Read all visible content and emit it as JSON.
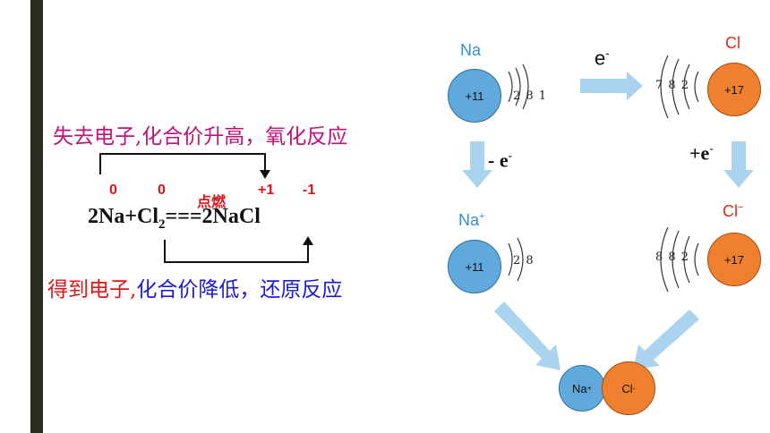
{
  "equation": {
    "loss_label": "失去电子,化合价升高，氧化反应",
    "gain_label_1": "得到电子,",
    "gain_label_2": "化合价降低，还原反应",
    "ox_numbers": [
      "0",
      "0",
      "+1",
      "-1"
    ],
    "condition": "点燃",
    "lhs_1": "2Na+Cl",
    "sub": "2",
    "arrow": "===",
    "rhs": "2NaCl"
  },
  "atoms": {
    "na": {
      "name": "Na",
      "nucleus": "+11",
      "shells": "2 8 1"
    },
    "cl": {
      "name": "Cl",
      "nucleus": "+17",
      "shells": "7 8 2"
    },
    "na_ion": {
      "name": "Na",
      "charge": "+",
      "nucleus": "+11",
      "shells": "2 8"
    },
    "cl_ion": {
      "name": "Cl",
      "charge": "−",
      "nucleus": "+17",
      "shells": "8 8 2"
    },
    "product_na": "Na",
    "product_na_charge": "+",
    "product_cl": "Cl",
    "product_cl_charge": "-"
  },
  "transfer": {
    "top_label": "e",
    "top_charge": "-",
    "left_label": "- e",
    "left_charge": "-",
    "right_label": "+e",
    "right_charge": "-"
  },
  "colors": {
    "na_fill": "#5fa9dd",
    "cl_fill": "#ee8030",
    "arrow": "#a9d3ef",
    "loss_text": "#c0127a",
    "ox_number": "#e01515",
    "reduction_text": "#1a1ad6"
  }
}
